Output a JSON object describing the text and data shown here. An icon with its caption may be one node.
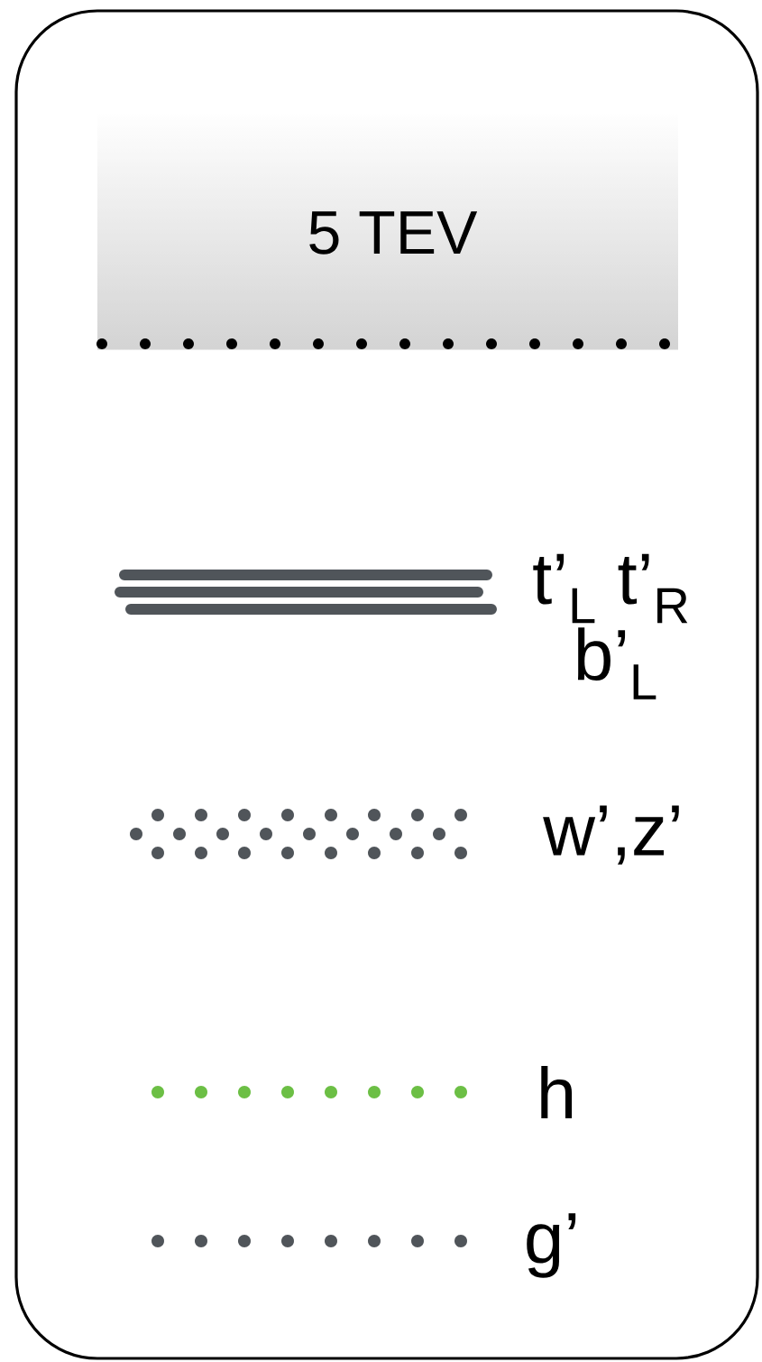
{
  "diagram": {
    "nodes": [
      {
        "text": [
          "5 TEV"
        ]
      }
    ],
    "labels": [
      "t’$_{L}$  t’$_{R}$",
      "b’$_{L}$",
      "w’,z’",
      "h",
      "g’"
    ]
  }
}
